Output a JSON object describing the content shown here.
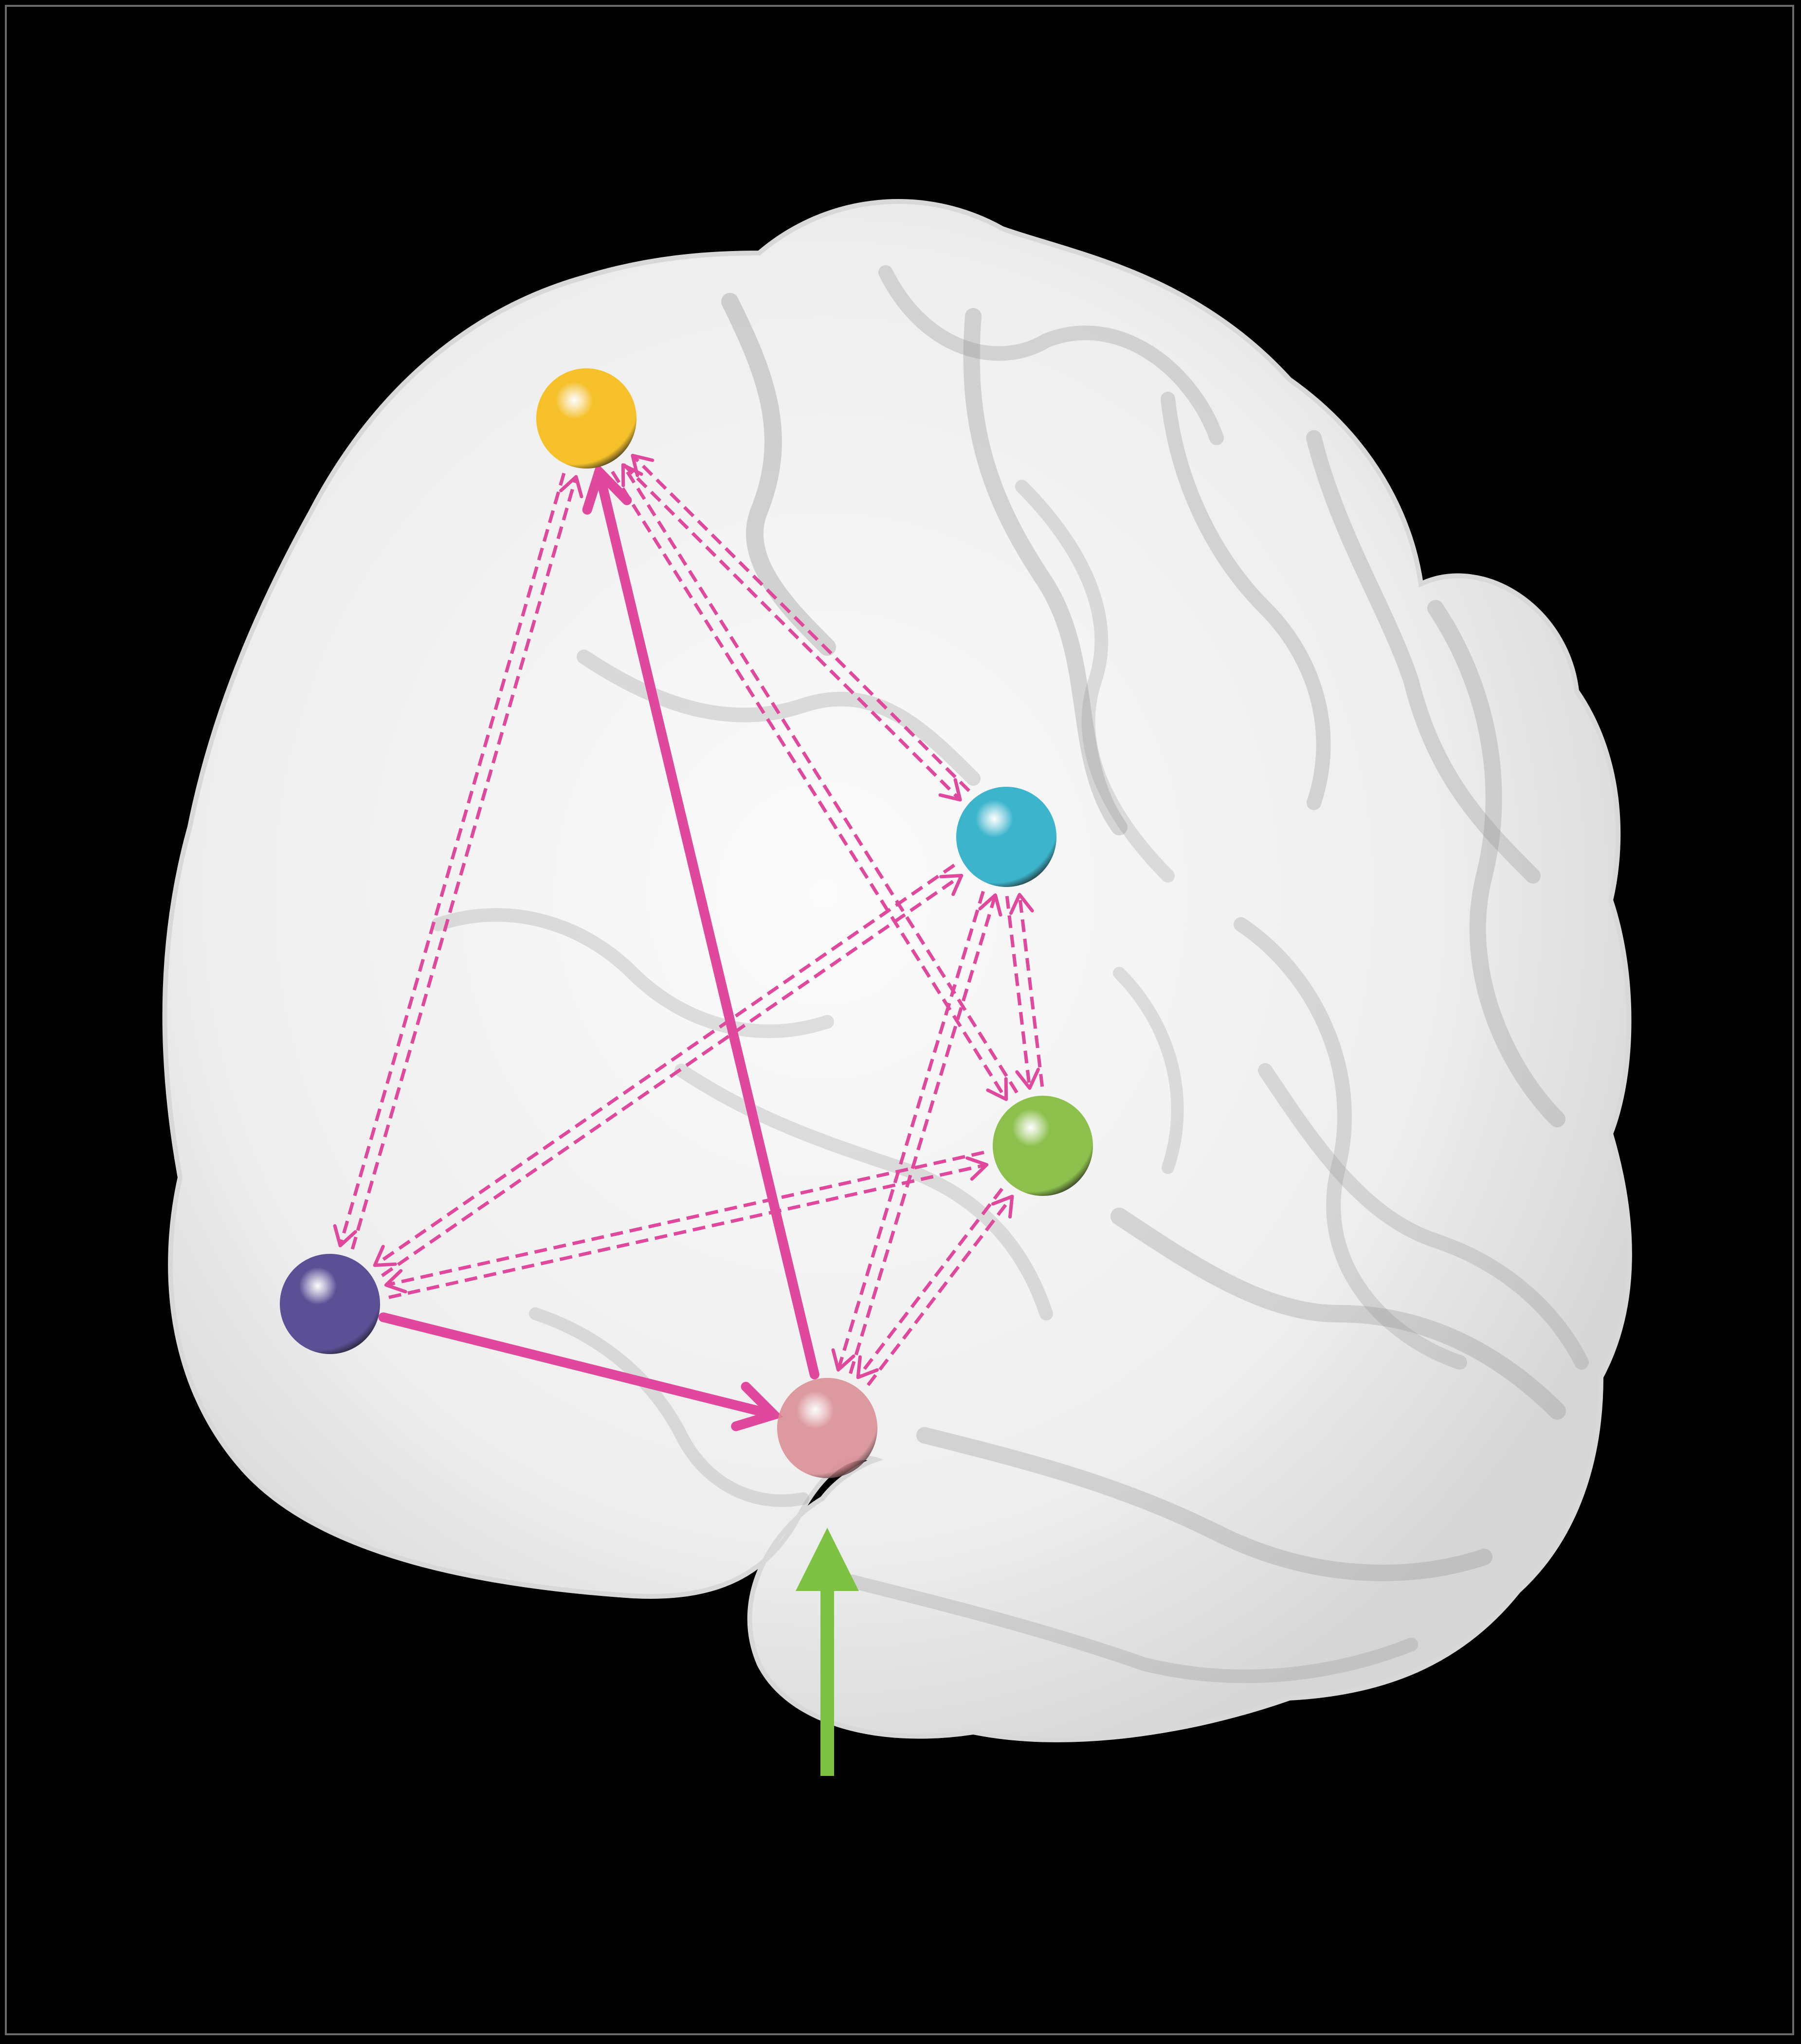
{
  "figure": {
    "background_color": "#000000",
    "brain_fill_color": "#efefef",
    "sulcus_color": "#8f8f8f",
    "connection_color": "#e0489d",
    "input_arrow_color": "#7dc142"
  },
  "nodes": [
    {
      "id": "yellow",
      "color": "#f5c02a"
    },
    {
      "id": "cyan",
      "color": "#3cb4cc"
    },
    {
      "id": "green",
      "color": "#8cbf4b"
    },
    {
      "id": "purple",
      "color": "#5b4f96"
    },
    {
      "id": "pink",
      "color": "#d98a91"
    }
  ],
  "modulated_connections": [
    {
      "from": "purple",
      "to": "pink"
    },
    {
      "from": "pink",
      "to": "yellow"
    }
  ],
  "bidirectional_connections": [
    {
      "a": "purple",
      "b": "yellow"
    },
    {
      "a": "purple",
      "b": "cyan"
    },
    {
      "a": "purple",
      "b": "green"
    },
    {
      "a": "yellow",
      "b": "cyan"
    },
    {
      "a": "yellow",
      "b": "green"
    },
    {
      "a": "cyan",
      "b": "green"
    },
    {
      "a": "cyan",
      "b": "pink"
    },
    {
      "a": "green",
      "b": "pink"
    }
  ],
  "driving_input": {
    "target": "pink"
  }
}
